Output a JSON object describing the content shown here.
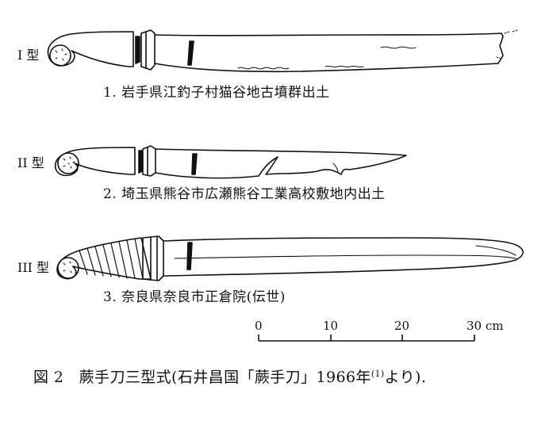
{
  "swords": [
    {
      "type_label": "I 型",
      "caption": "1.  岩手県江釣子村猫谷地古墳群出土"
    },
    {
      "type_label": "II 型",
      "caption": "2.  埼玉県熊谷市広瀬熊谷工業高校敷地内出土"
    },
    {
      "type_label": "III 型",
      "caption": "3.  奈良県奈良市正倉院(伝世)"
    }
  ],
  "scale": {
    "ticks": [
      "0",
      "10",
      "20",
      "30 cm"
    ]
  },
  "figure_caption": {
    "label": "図 2",
    "text_before_ref": "蕨手刀三型式(石井昌国「蕨手刀」1966年",
    "ref": "(1)",
    "text_after_ref": "より)."
  }
}
